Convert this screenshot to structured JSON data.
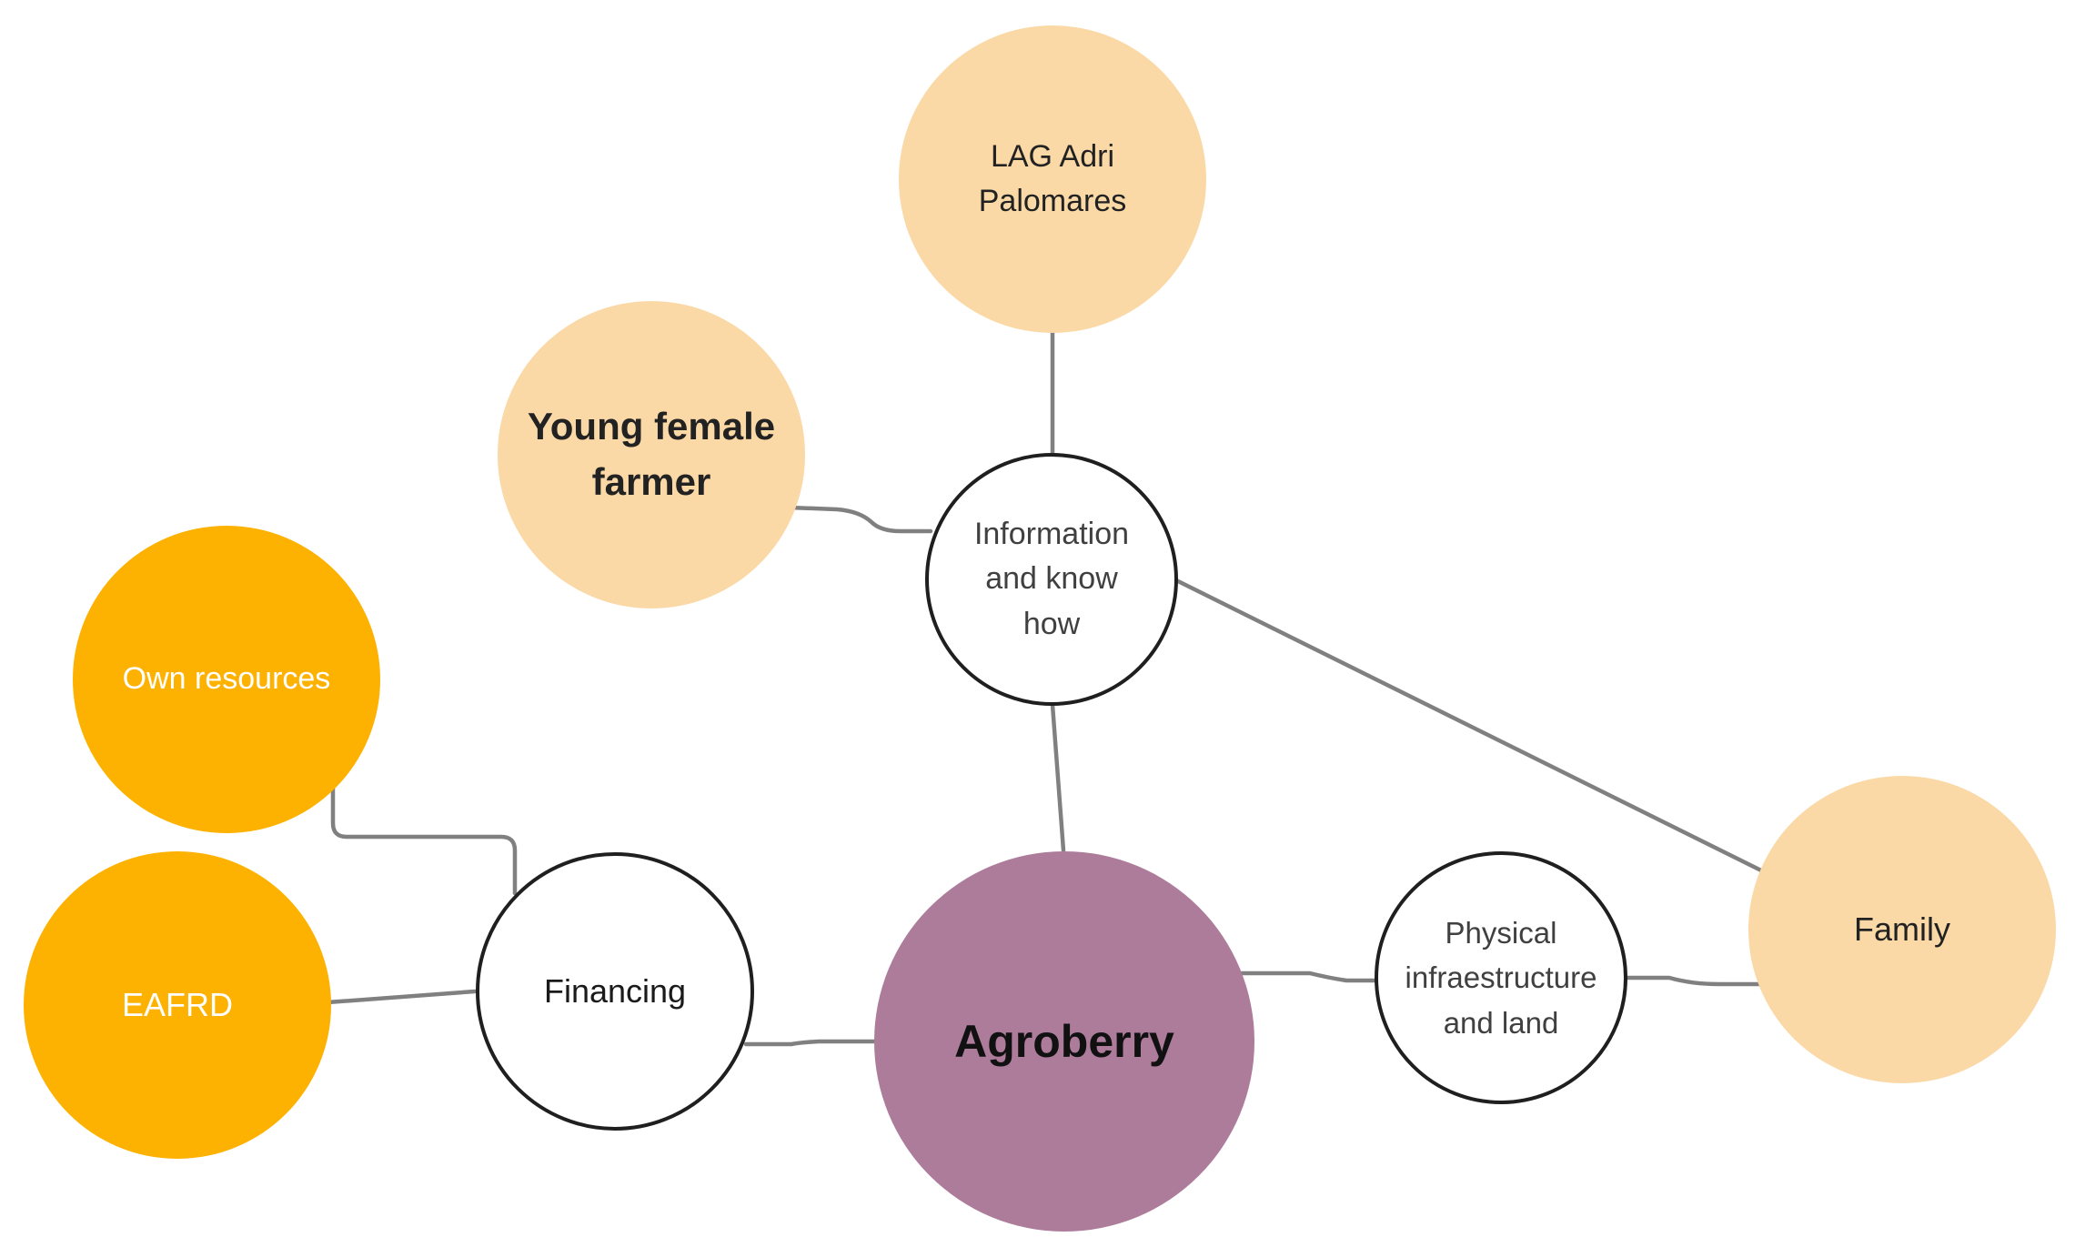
{
  "diagram": {
    "nodes": {
      "lag_adri": {
        "label": "LAG Adri\nPalomares",
        "color": "#fad9a7"
      },
      "young_farmer": {
        "label": "Young female\nfarmer",
        "color": "#fad9a7"
      },
      "information": {
        "label": "Information\nand know\nhow",
        "color": "#ffffff"
      },
      "own_resources": {
        "label": "Own resources",
        "color": "#fdb100"
      },
      "eafrd": {
        "label": "EAFRD",
        "color": "#fdb100"
      },
      "financing": {
        "label": "Financing",
        "color": "#ffffff"
      },
      "agroberry": {
        "label": "Agroberry",
        "color": "#ad7c9b"
      },
      "physical": {
        "label": "Physical\ninfraestructure\nand land",
        "color": "#ffffff"
      },
      "family": {
        "label": "Family",
        "color": "#fad9a7"
      }
    },
    "edges": [
      {
        "from": "lag_adri",
        "to": "information"
      },
      {
        "from": "young_farmer",
        "to": "information"
      },
      {
        "from": "information",
        "to": "agroberry"
      },
      {
        "from": "information",
        "to": "family"
      },
      {
        "from": "own_resources",
        "to": "financing"
      },
      {
        "from": "eafrd",
        "to": "financing"
      },
      {
        "from": "financing",
        "to": "agroberry"
      },
      {
        "from": "agroberry",
        "to": "physical"
      },
      {
        "from": "physical",
        "to": "family"
      }
    ],
    "line_color": "#808080"
  }
}
